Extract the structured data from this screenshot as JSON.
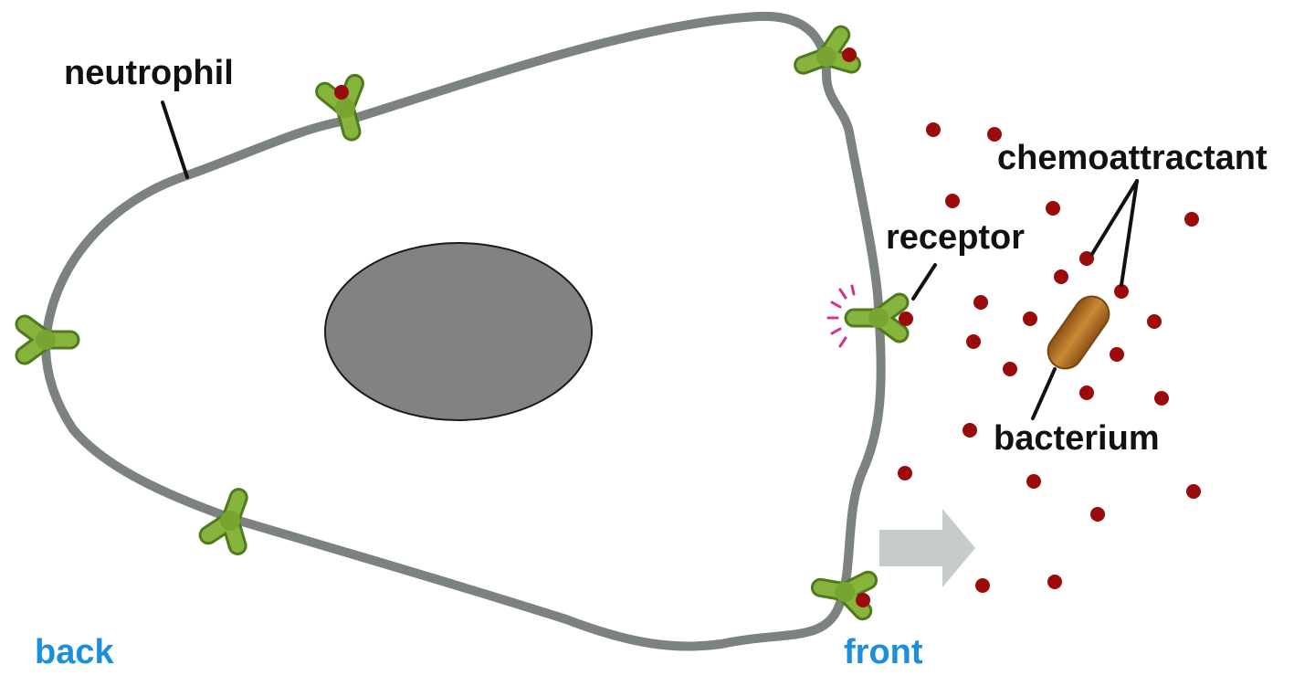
{
  "labels": {
    "neutrophil": "neutrophil",
    "chemoattractant": "chemoattractant",
    "receptor": "receptor",
    "bacterium": "bacterium",
    "back": "back",
    "front": "front"
  },
  "colors": {
    "membrane": "#7c827e",
    "nucleus": "#828282",
    "receptor": "#78a532",
    "receptor_dark": "#4f7a1e",
    "chemoattractant": "#9b0b0b",
    "bacterium": "#b8721f",
    "arrow": "#c6cdc9",
    "signal": "#d1338c",
    "label_blue": "#1b8fdb"
  },
  "icons": {
    "direction_arrow": "right-arrow-icon",
    "activation_burst": "signal-burst-icon"
  }
}
